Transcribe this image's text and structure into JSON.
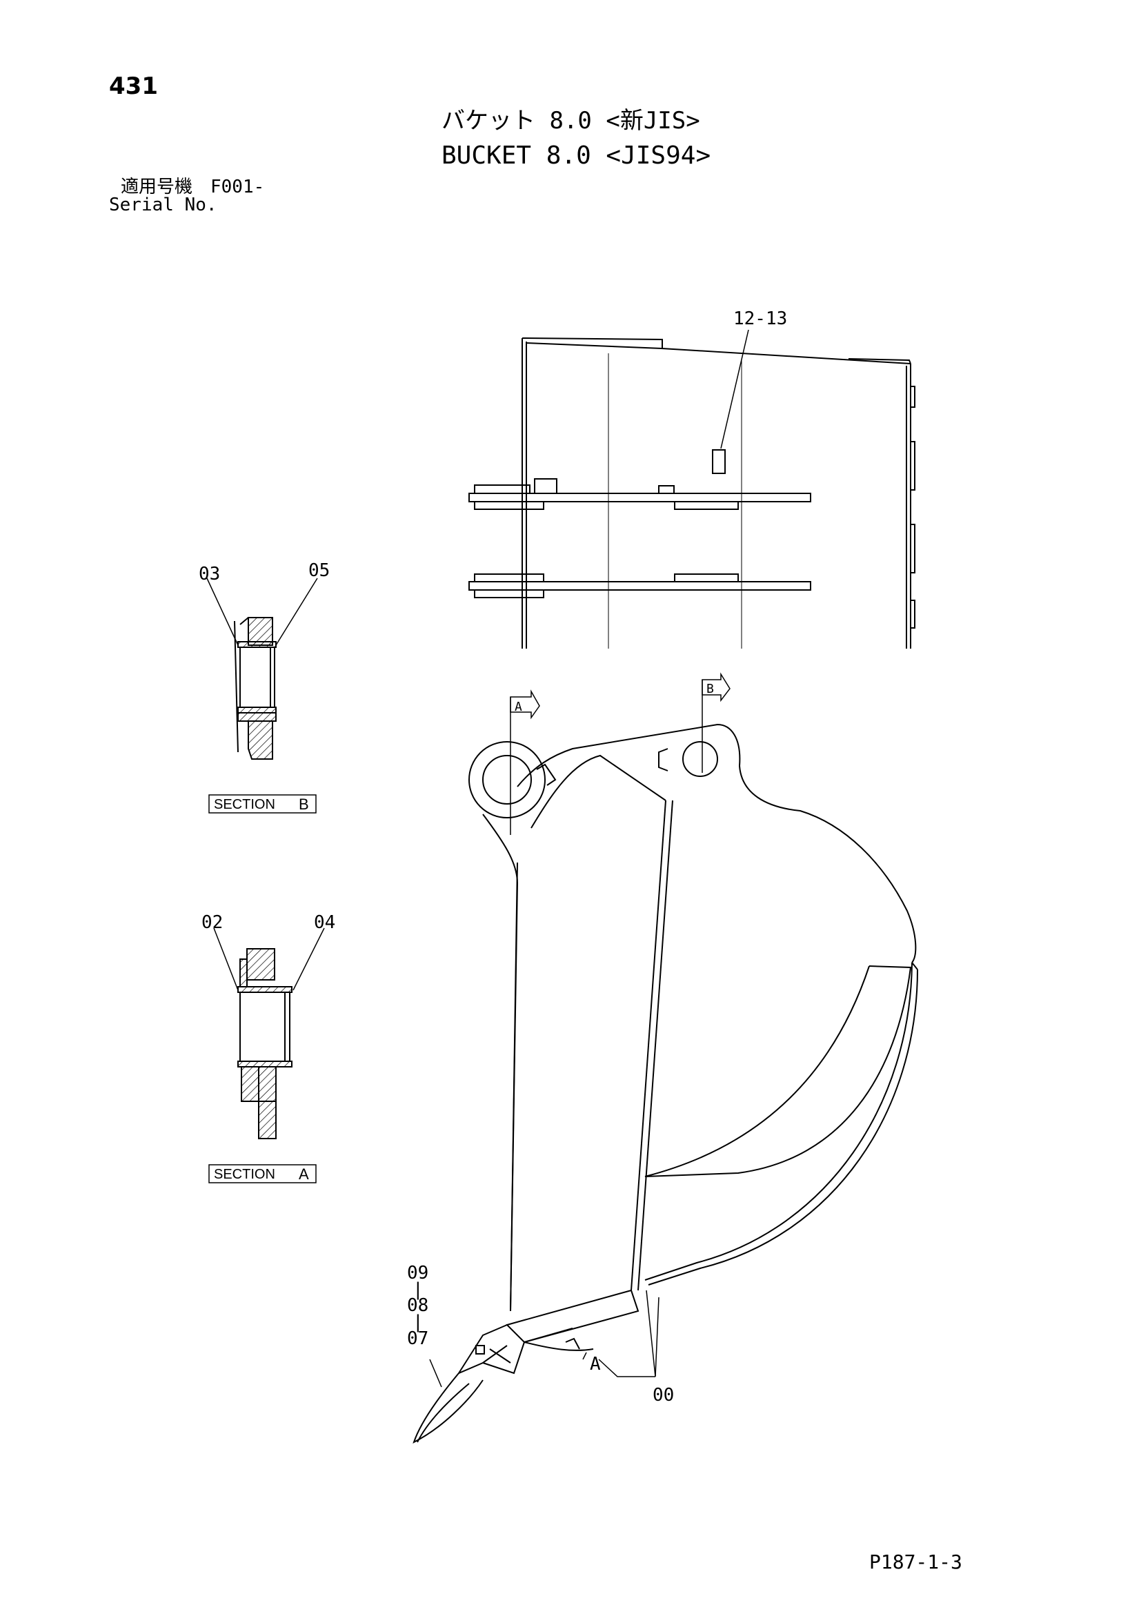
{
  "header": {
    "page_number": "431",
    "title_jp": "バケット 8.0 <新JIS>",
    "title_en": "BUCKET 8.0 <JIS94>",
    "serial_label_jp": "適用号機　F001-",
    "serial_label_en": "Serial No."
  },
  "footer": {
    "ref_code": "P187-1-3"
  },
  "callouts": {
    "c12_13": "12-13",
    "c03": "03",
    "c05": "05",
    "c02": "02",
    "c04": "04",
    "c09": "09",
    "c08": "08",
    "c07": "07",
    "c00": "00",
    "dash1": "|",
    "dash2": "|",
    "cutA": "A",
    "markA": "A",
    "markB": "B"
  },
  "sections": {
    "b_label": "SECTION",
    "b_letter": "B",
    "a_label": "SECTION",
    "a_letter": "A"
  }
}
